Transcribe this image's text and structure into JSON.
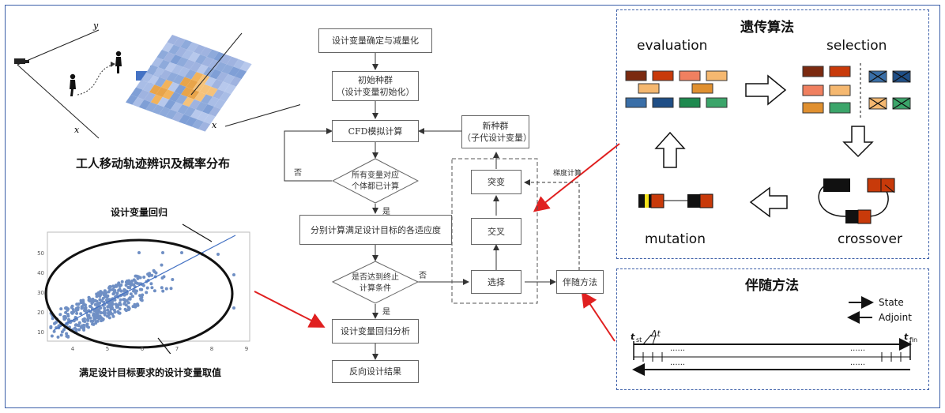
{
  "left_top": {
    "caption": "工人移动轨迹辨识及概率分布",
    "axis_x": "x",
    "axis_y": "y"
  },
  "left_bottom": {
    "label_regression": "设计变量回归",
    "label_values": "满足设计目标要求的设计变量取值",
    "x_ticks": [
      "4",
      "5",
      "6",
      "7",
      "8",
      "9"
    ],
    "y_ticks": [
      "10",
      "20",
      "30",
      "40",
      "50"
    ]
  },
  "flow": {
    "box1": "设计变量确定与减量化",
    "box2_l1": "初始种群",
    "box2_l2": "（设计变量初始化）",
    "box3": "CFD模拟计算",
    "diamond1_l1": "所有变量对应",
    "diamond1_l2": "个体都已计算",
    "no1": "否",
    "yes1": "是",
    "box4": "分别计算满足设计目标的各适应度",
    "diamond2_l1": "是否达到终止",
    "diamond2_l2": "计算条件",
    "no2": "否",
    "yes2": "是",
    "box5": "设计变量回归分析",
    "box6": "反向设计结果",
    "new_pop_l1": "新种群",
    "new_pop_l2": "（子代设计变量）",
    "mutate": "突变",
    "cross": "交叉",
    "select": "选择",
    "adjoint": "伴随方法",
    "gradient": "梯度计算"
  },
  "ga_panel": {
    "title": "遗传算法",
    "evaluation": "evaluation",
    "selection": "selection",
    "mutation": "mutation",
    "crossover": "crossover"
  },
  "adjoint_panel": {
    "title": "伴随方法",
    "legend_state": "State",
    "legend_adjoint": "Adjoint",
    "t_st": "t",
    "t_st_sub": "st",
    "t_fin": "t",
    "t_fin_sub": "fin",
    "dt": "Δt",
    "dots": "......"
  },
  "colors": {
    "accent_blue": "#3b5ea8",
    "arrow_red": "#e02020",
    "dark_red": "#7b2a10",
    "red": "#c83a0a",
    "salmon": "#f08060",
    "light_orange": "#f5b870",
    "orange": "#e09030",
    "blue": "#3a6fa8",
    "navy": "#1f4e86",
    "teal": "#1e8a4f",
    "green": "#3ba56a",
    "yellow": "#f5e21a"
  }
}
